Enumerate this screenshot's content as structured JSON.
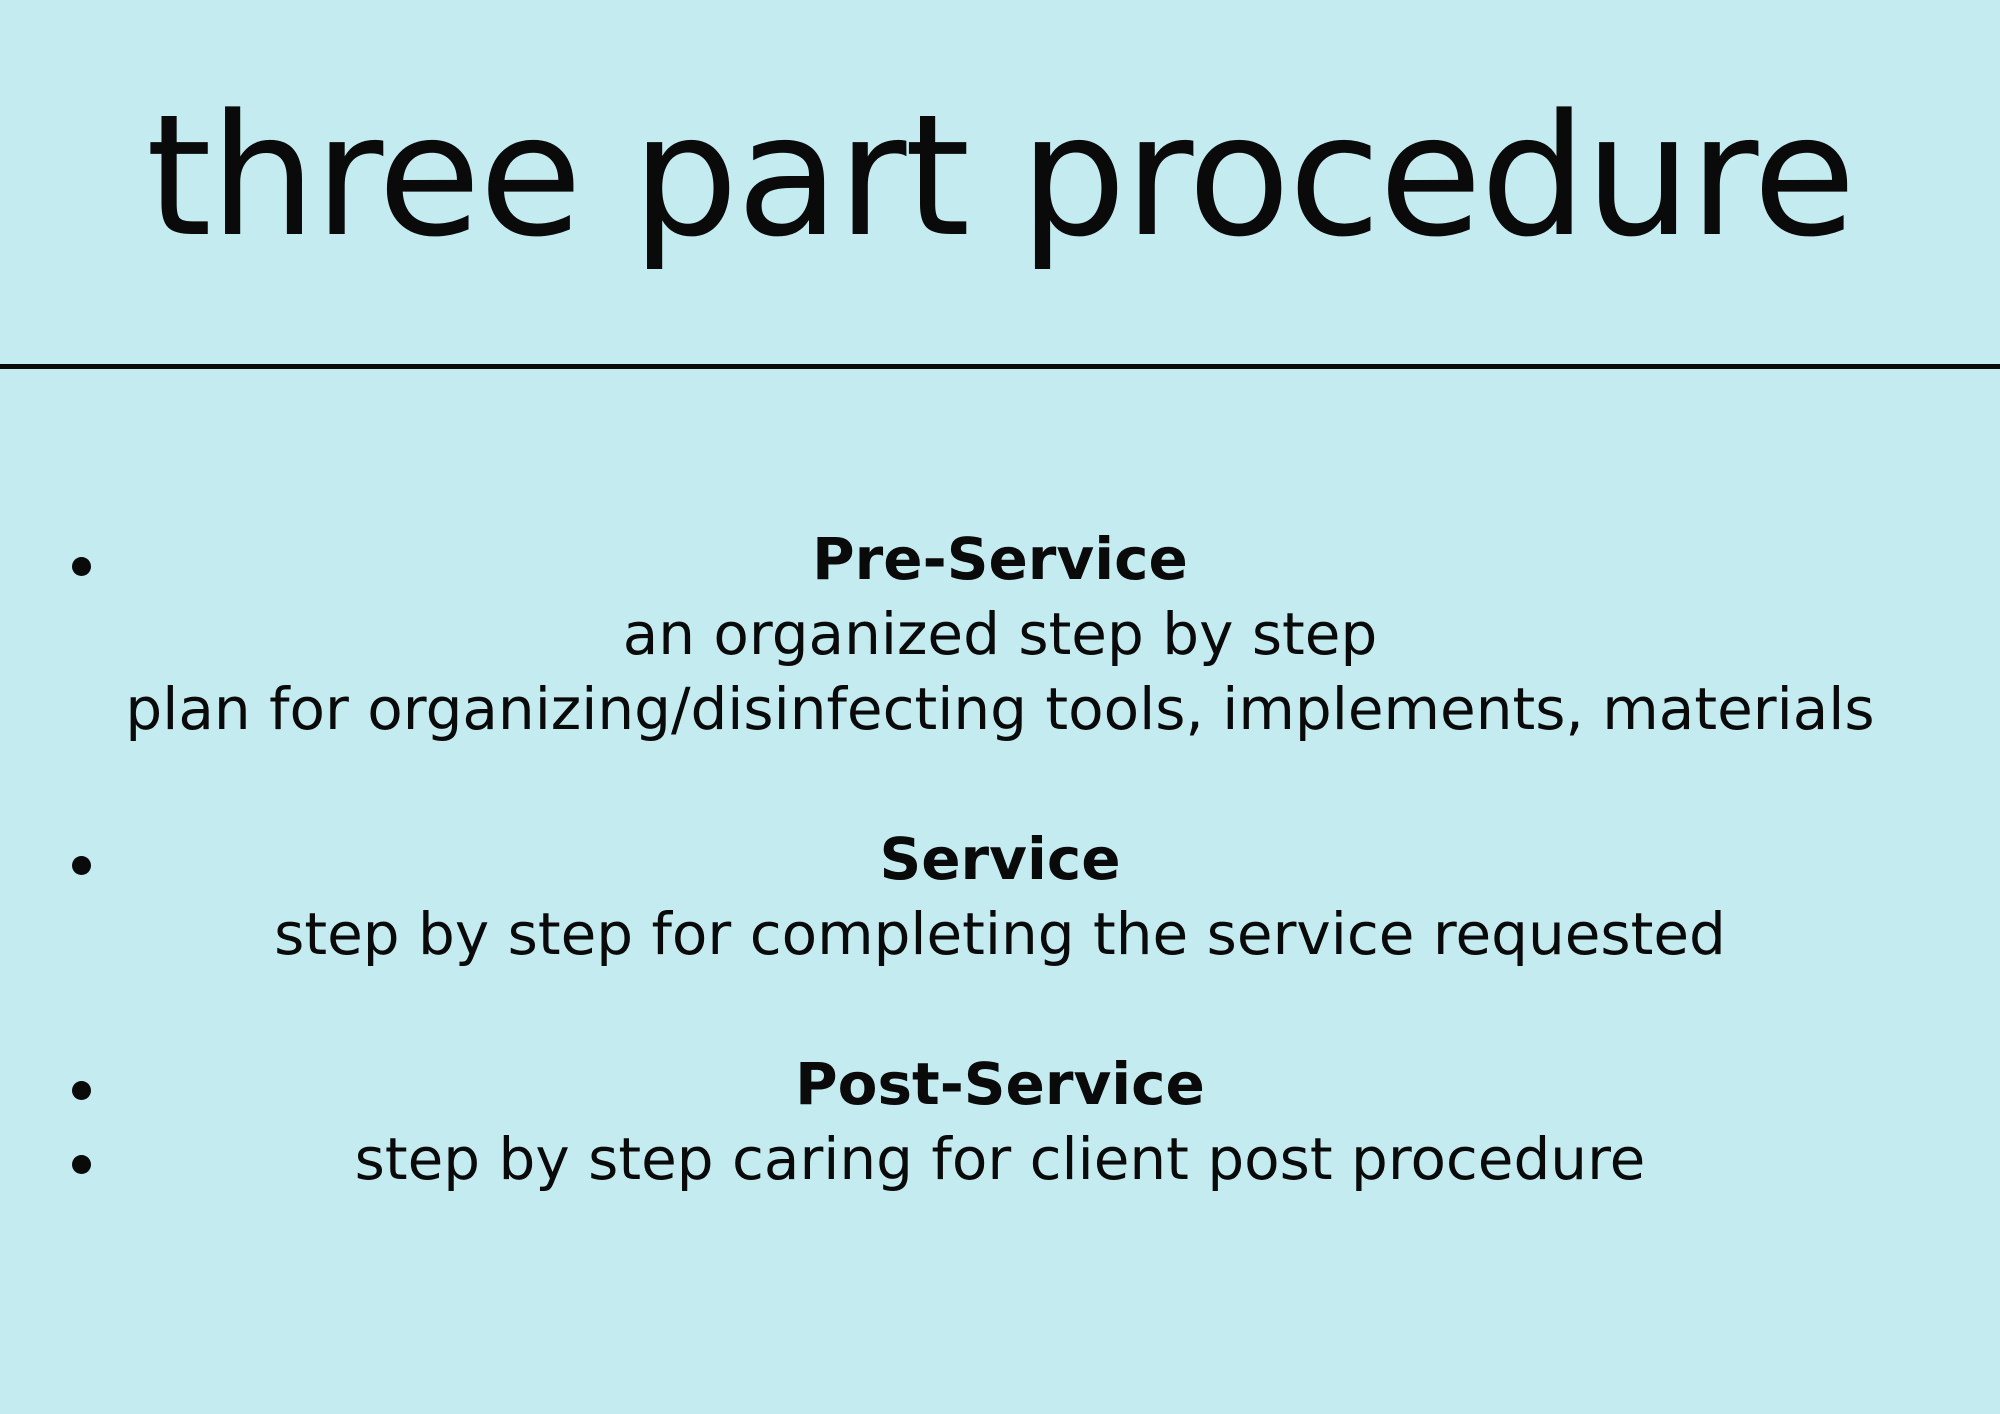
{
  "title": "three part procedure",
  "sections": [
    {
      "heading": "Pre-Service",
      "lines": [
        "an organized step by step",
        "plan for organizing/disinfecting tools, implements, materials"
      ]
    },
    {
      "heading": "Service",
      "lines": [
        "step by step for completing the service requested"
      ]
    },
    {
      "heading": "Post-Service",
      "lines": [
        "step by step caring for client post procedure"
      ]
    }
  ],
  "colors": {
    "background": "#c4ebf0",
    "text": "#0a0a0a"
  }
}
